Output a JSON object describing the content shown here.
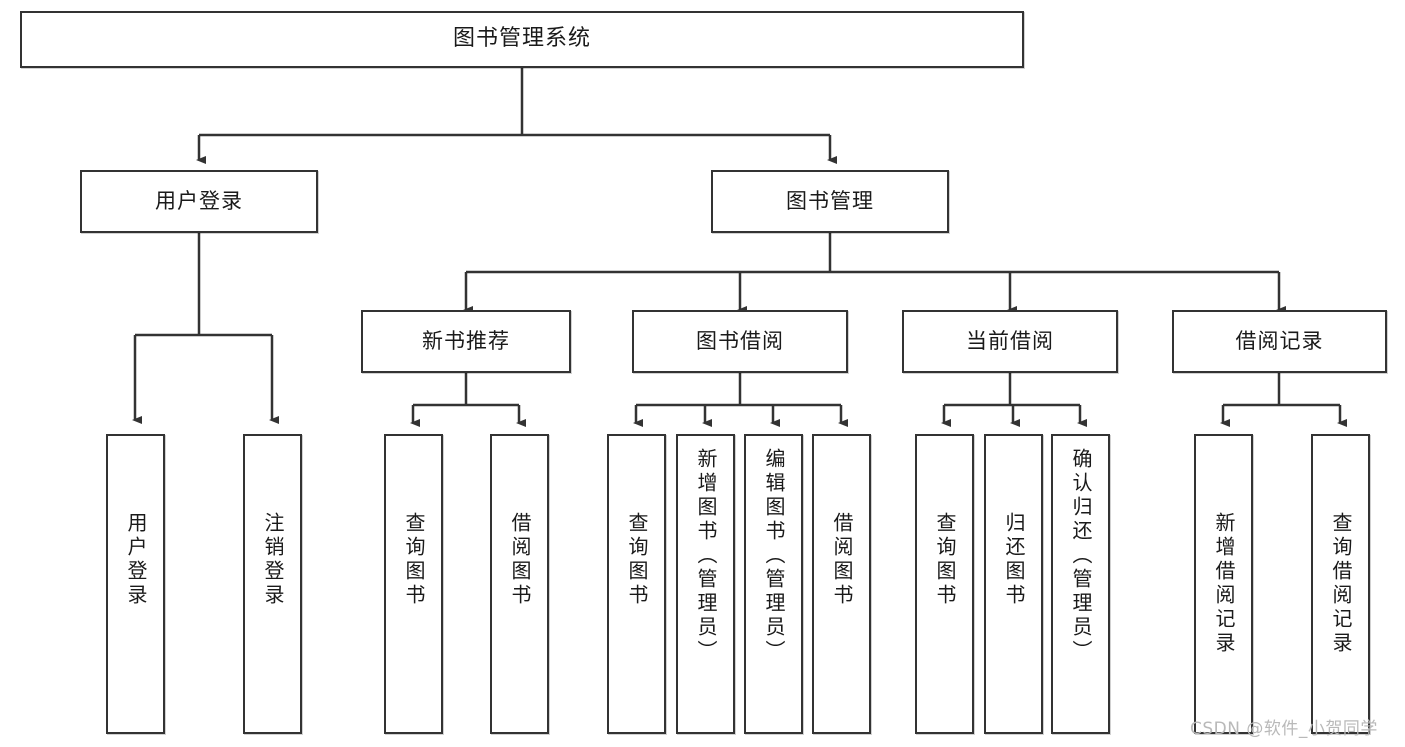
{
  "diagram": {
    "type": "tree",
    "title": "图书管理系统",
    "watermark": "CSDN @软件_小贺同学",
    "stroke_color": "#333333",
    "fill_color": "#ffffff",
    "text_color": "#1a1a1a",
    "nodes": {
      "root": "图书管理系统",
      "level1": [
        "用户登录",
        "图书管理"
      ],
      "level2": [
        "新书推荐",
        "图书借阅",
        "当前借阅",
        "借阅记录"
      ],
      "leaves_user_login": [
        "用户登录",
        "注销登录"
      ],
      "leaves_new_book": [
        "查询图书",
        "借阅图书"
      ],
      "leaves_borrow": [
        "查询图书",
        "新增图书（管理员）",
        "编辑图书（管理员）",
        "借阅图书"
      ],
      "leaves_current": [
        "查询图书",
        "归还图书",
        "确认归还（管理员）"
      ],
      "leaves_records": [
        "新增借阅记录",
        "查询借阅记录"
      ]
    }
  }
}
